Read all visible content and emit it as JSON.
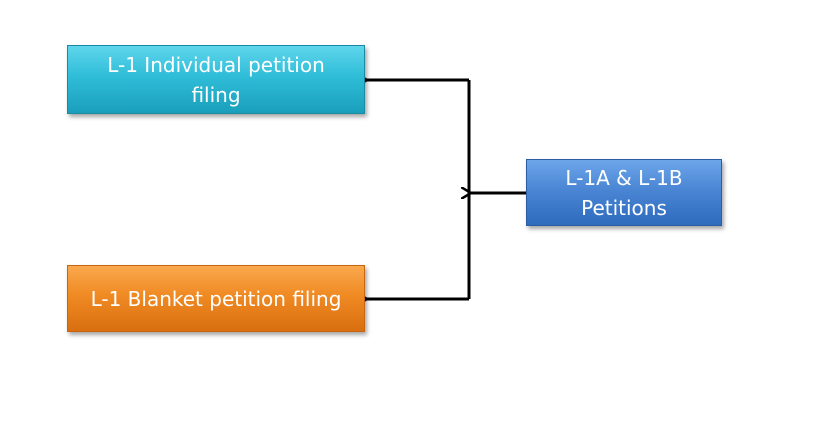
{
  "nodes": {
    "individual": "L-1 Individual petition filing",
    "blanket": "L-1 Blanket petition filing",
    "source": "L-1A & L-1B Petitions"
  },
  "colors": {
    "individual_fill": "#2fbdd8",
    "blanket_fill": "#f08a23",
    "source_fill": "#4a86d4",
    "connector": "#000000",
    "text": "#ffffff"
  }
}
